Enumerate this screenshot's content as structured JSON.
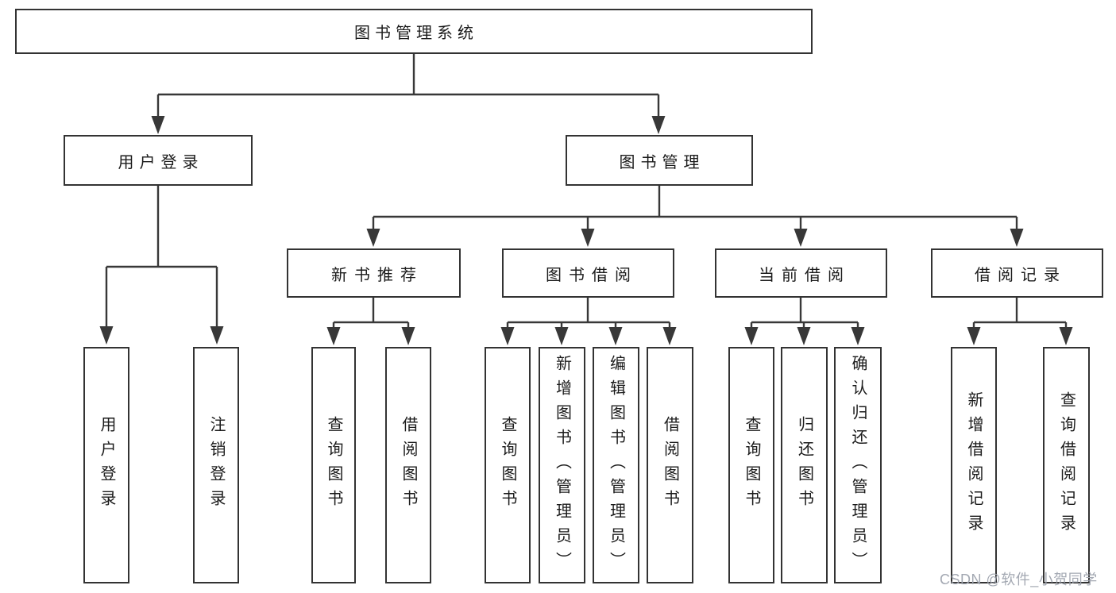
{
  "diagram": {
    "root": "图书管理系统",
    "branches": [
      {
        "label": "用户登录",
        "children": [
          "用户登录",
          "注销登录"
        ]
      },
      {
        "label": "图书管理",
        "groups": [
          {
            "label": "新书推荐",
            "children": [
              "查询图书",
              "借阅图书"
            ]
          },
          {
            "label": "图书借阅",
            "children": [
              "查询图书",
              "新增图书（管理员）",
              "编辑图书（管理员）",
              "借阅图书"
            ]
          },
          {
            "label": "当前借阅",
            "children": [
              "查询图书",
              "归还图书",
              "确认归还（管理员）"
            ]
          },
          {
            "label": "借阅记录",
            "children": [
              "新增借阅记录",
              "查询借阅记录"
            ]
          }
        ]
      }
    ]
  },
  "colors": {
    "line": "#383838",
    "border": "#333333",
    "text": "#1b1b1b",
    "watermark": "#9ea3ae"
  },
  "watermark": "CSDN @软件_小贺同学"
}
